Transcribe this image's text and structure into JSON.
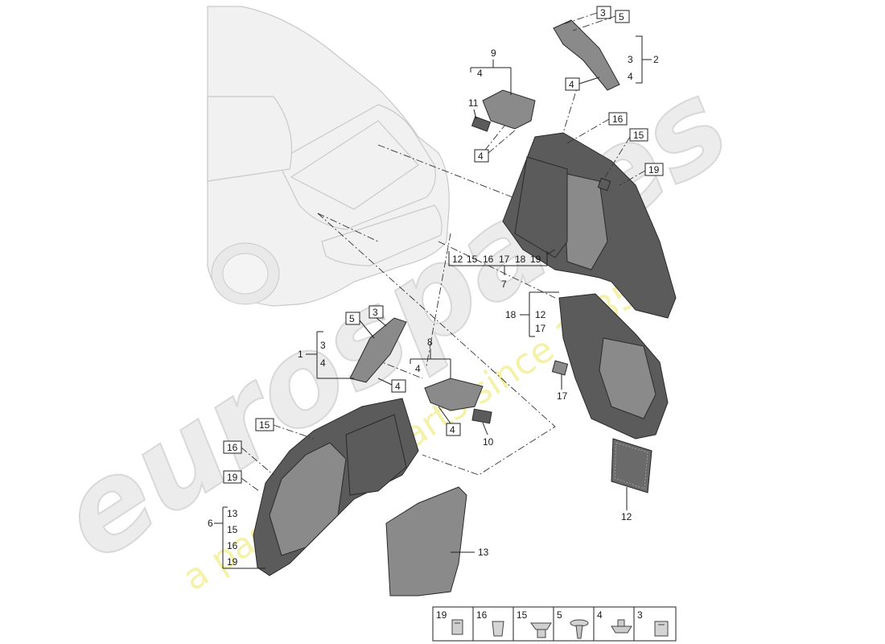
{
  "watermark": {
    "brand": "eurospares",
    "tagline": "a passion for parts since 1985",
    "color_brand": "#e6e6e6",
    "color_tagline": "#f2ef9a"
  },
  "callouts": {
    "n1": "1",
    "n2": "2",
    "n3a": "3",
    "n3b": "3",
    "n3c": "3",
    "n3d": "3",
    "n4a": "4",
    "n4b": "4",
    "n4c": "4",
    "n4d": "4",
    "n4e": "4",
    "n4f": "4",
    "n4g": "4",
    "n4h": "4",
    "n4i": "4",
    "n5a": "5",
    "n5b": "5",
    "n6": "6",
    "n7": "7",
    "n8": "8",
    "n9": "9",
    "n10": "10",
    "n11": "11",
    "n12a": "12",
    "n12b": "12",
    "n13a": "13",
    "n13b": "13",
    "n15a": "15",
    "n15b": "15",
    "n15c": "15",
    "n16a": "16",
    "n16b": "16",
    "n16c": "16",
    "n17a": "17",
    "n17b": "17",
    "n17c": "17",
    "n18a": "18",
    "n18b": "18",
    "n19a": "19",
    "n19b": "19",
    "n19c": "19",
    "g7": [
      "12",
      "15",
      "16",
      "17",
      "18",
      "19"
    ]
  },
  "legend": [
    "19",
    "16",
    "15",
    "5",
    "4",
    "3"
  ]
}
